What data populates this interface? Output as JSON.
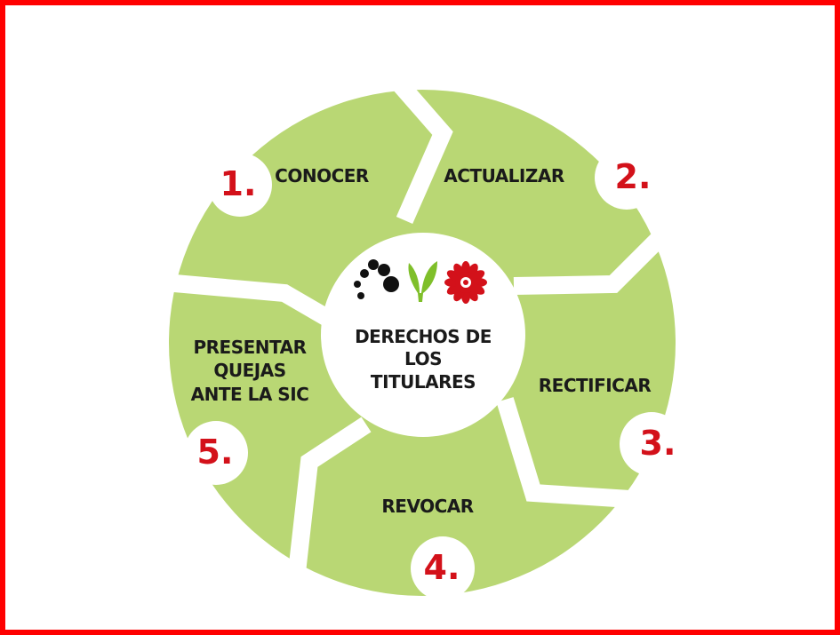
{
  "center": {
    "title_lines": [
      "DERECHOS DE",
      "LOS",
      "TITULARES"
    ]
  },
  "steps": [
    {
      "number": "1.",
      "label_lines": [
        "CONOCER"
      ]
    },
    {
      "number": "2.",
      "label_lines": [
        "ACTUALIZAR"
      ]
    },
    {
      "number": "3.",
      "label_lines": [
        "RECTIFICAR"
      ]
    },
    {
      "number": "4.",
      "label_lines": [
        "REVOCAR"
      ]
    },
    {
      "number": "5.",
      "label_lines": [
        "PRESENTAR",
        "QUEJAS",
        "ANTE LA SIC"
      ]
    }
  ],
  "colors": {
    "segment": "#b9d774",
    "number": "#d3111a",
    "frame": "#ff0000",
    "logo_dots": "#111111",
    "logo_leaf": "#7fbf2a",
    "logo_flower": "#d3111a"
  },
  "logo": {
    "icons": [
      "dots-icon",
      "leaf-icon",
      "flower-icon"
    ]
  }
}
